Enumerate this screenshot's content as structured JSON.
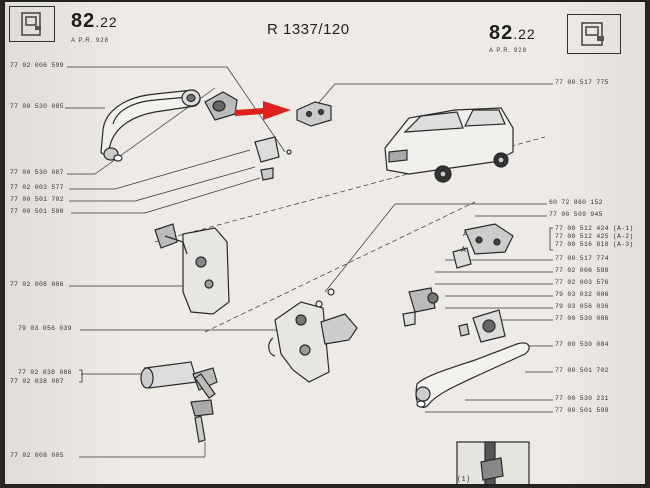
{
  "header": {
    "page_left": {
      "main": "82",
      "decimal": ".22",
      "sub": "A   P.R. 928"
    },
    "page_right": {
      "main": "82",
      "decimal": ".22",
      "sub": "A   P.R. 928"
    },
    "title": "R 1337/120"
  },
  "parts": {
    "p01": "77 02 006 599",
    "p02": "77 00 530 085",
    "p03": "77 00 530 087",
    "p04": "77 02 003 577",
    "p05": "77 00 501 702",
    "p06": "77 00 501 598",
    "p07": "77 02 008 006",
    "p08": "79 03 056 039",
    "p09": "77 02 038 086",
    "p10": "77 02 038 087",
    "p11": "77 02 008 005",
    "p12": "77 00 517 775",
    "p13": "60 72 860 152",
    "p14": "77 00 509 945",
    "p15": "77 00 512 424 (A-1)",
    "p16": "77 00 512 425 (A-2)",
    "p17": "77 00 516 818 (A-3)",
    "p18": "77 00 517 774",
    "p19": "77 02 006 598",
    "p20": "77 02 003 576",
    "p21": "79 03 032 006",
    "p22": "79 03 056 036",
    "p23": "77 00 530 086",
    "p24": "77 00 530 084",
    "p25": "77 00 501 702",
    "p26": "77 00 530 231",
    "p27": "77 00 501 598"
  },
  "callout_letters": {
    "a1": "A",
    "a2": "A",
    "bottom": "(1)"
  },
  "colors": {
    "page": "#eeebe6",
    "ink": "#2a2a2a",
    "arrow": "#e0201c"
  }
}
